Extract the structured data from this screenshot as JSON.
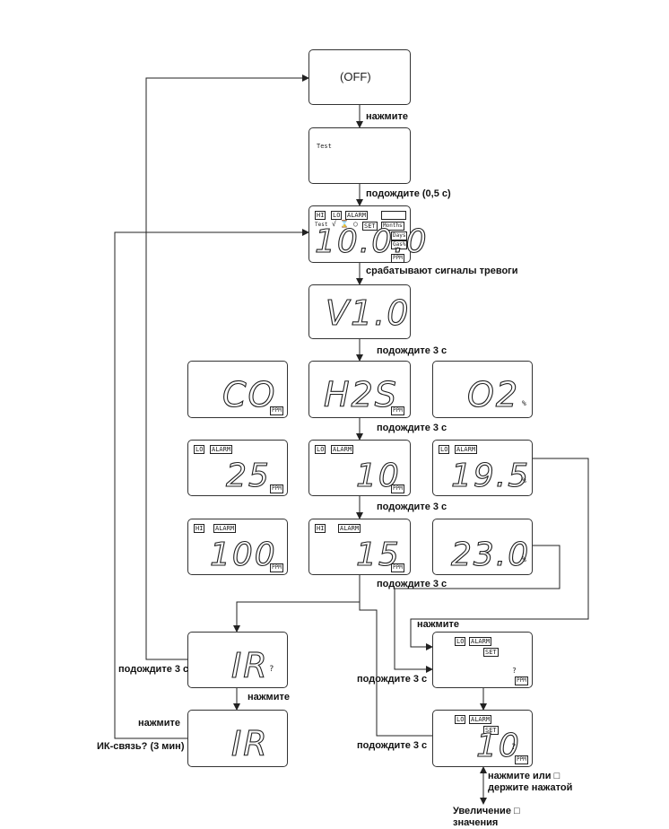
{
  "labels": {
    "press1": "нажмите",
    "wait05": "подождите (0,5 с)",
    "alarms": "срабатывают сигналы тревоги",
    "wait3a": "подождите 3 с",
    "wait3b": "подождите 3 с",
    "wait3c": "подождите 3 с",
    "wait3d": "подождите 3 с",
    "wait3ir": "подождите 3 с",
    "press_ir": "нажмите",
    "press_left": "нажмите",
    "ir_link": "ИК-связь? (3 мин)",
    "press_right": "нажмите",
    "wait3set1": "подождите 3 с",
    "wait3set2": "подождите 3 с",
    "press_hold": "нажмите или □\nдержите нажатой",
    "increase": "Увеличение □\nзначения"
  },
  "screens": {
    "off": {
      "text": "(OFF)"
    },
    "test": {
      "text": "Test"
    },
    "all": {
      "hi": "HI",
      "lo": "LO",
      "alarm": "ALARM",
      "test": "Test",
      "check": "√",
      "hourglass": "⌛",
      "circle": "○",
      "set": "SET",
      "months": "Months",
      "days": "Days",
      "gas": "Gas%",
      "pct": "°%",
      "ppm": "PPM",
      "digits": "10.0.0"
    },
    "ver": {
      "value": "V1.0"
    },
    "co": {
      "value": "CO",
      "unit": "PPM"
    },
    "h2s": {
      "value": "H2S",
      "unit": "PPM"
    },
    "o2": {
      "value": "O2",
      "unit": "%"
    },
    "lo_co": {
      "lo": "LO",
      "alarm": "ALARM",
      "value": "25",
      "unit": "PPM"
    },
    "lo_h2s": {
      "lo": "LO",
      "alarm": "ALARM",
      "value": "10",
      "unit": "PPM"
    },
    "lo_o2": {
      "lo": "LO",
      "alarm": "ALARM",
      "value": "19.5",
      "unit": "%"
    },
    "hi_co": {
      "hi": "HI",
      "alarm": "ALARM",
      "value": "100",
      "unit": "PPM"
    },
    "hi_h2s": {
      "hi": "HI",
      "alarm": "ALARM",
      "value": "15",
      "unit": "PPM"
    },
    "hi_o2": {
      "value": "23.0",
      "unit": "%"
    },
    "ir_q": {
      "value": "IR",
      "mark": "?"
    },
    "ir": {
      "value": "IR"
    },
    "set1": {
      "lo": "LO",
      "alarm": "ALARM",
      "set": "SET",
      "mark": "?",
      "unit": "PPM"
    },
    "set2": {
      "lo": "LO",
      "alarm": "ALARM",
      "set": "SET",
      "value": "10",
      "mark": "?",
      "unit": "PPM"
    }
  }
}
